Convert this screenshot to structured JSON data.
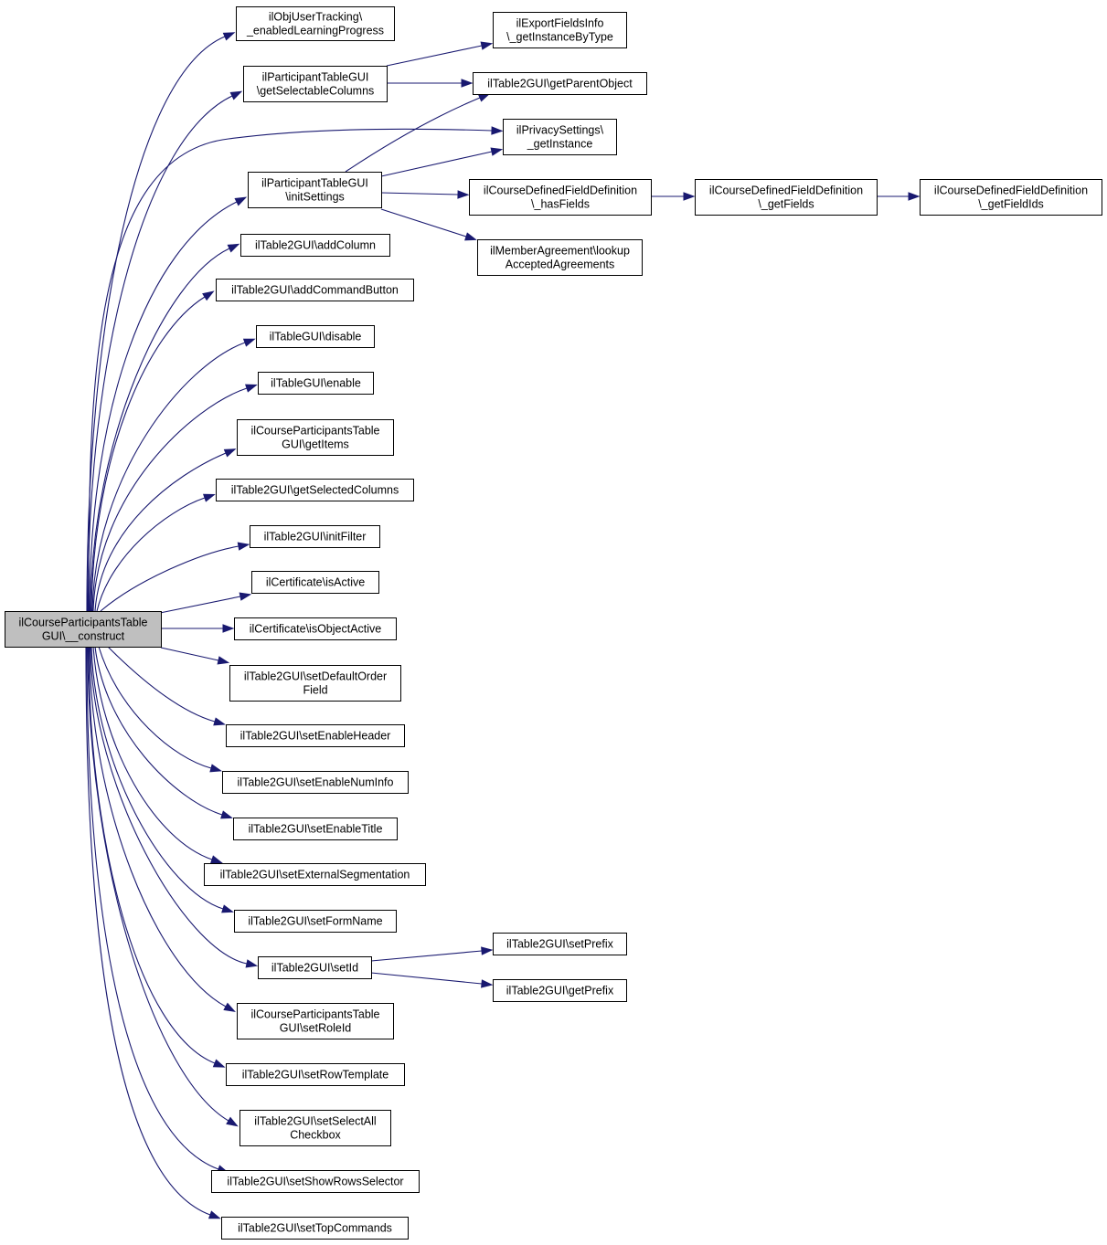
{
  "nodes": [
    {
      "id": "root",
      "lines": [
        "ilCourseParticipantsTable",
        "GUI\\__construct"
      ]
    },
    {
      "id": "n_objtrack",
      "lines": [
        "ilObjUserTracking\\",
        "_enabledLearningProgress"
      ]
    },
    {
      "id": "n_getsel",
      "lines": [
        "ilParticipantTableGUI",
        "\\getSelectableColumns"
      ]
    },
    {
      "id": "n_initset",
      "lines": [
        "ilParticipantTableGUI",
        "\\initSettings"
      ]
    },
    {
      "id": "n_addcol",
      "lines": [
        "ilTable2GUI\\addColumn"
      ]
    },
    {
      "id": "n_addcmd",
      "lines": [
        "ilTable2GUI\\addCommandButton"
      ]
    },
    {
      "id": "n_disable",
      "lines": [
        "ilTableGUI\\disable"
      ]
    },
    {
      "id": "n_enable",
      "lines": [
        "ilTableGUI\\enable"
      ]
    },
    {
      "id": "n_getitems",
      "lines": [
        "ilCourseParticipantsTable",
        "GUI\\getItems"
      ]
    },
    {
      "id": "n_getselcols",
      "lines": [
        "ilTable2GUI\\getSelectedColumns"
      ]
    },
    {
      "id": "n_initfilter",
      "lines": [
        "ilTable2GUI\\initFilter"
      ]
    },
    {
      "id": "n_isactive",
      "lines": [
        "ilCertificate\\isActive"
      ]
    },
    {
      "id": "n_isobjactive",
      "lines": [
        "ilCertificate\\isObjectActive"
      ]
    },
    {
      "id": "n_setdeforder",
      "lines": [
        "ilTable2GUI\\setDefaultOrder",
        "Field"
      ]
    },
    {
      "id": "n_setenheader",
      "lines": [
        "ilTable2GUI\\setEnableHeader"
      ]
    },
    {
      "id": "n_setennum",
      "lines": [
        "ilTable2GUI\\setEnableNumInfo"
      ]
    },
    {
      "id": "n_setentitle",
      "lines": [
        "ilTable2GUI\\setEnableTitle"
      ]
    },
    {
      "id": "n_setextseg",
      "lines": [
        "ilTable2GUI\\setExternalSegmentation"
      ]
    },
    {
      "id": "n_setform",
      "lines": [
        "ilTable2GUI\\setFormName"
      ]
    },
    {
      "id": "n_setid",
      "lines": [
        "ilTable2GUI\\setId"
      ]
    },
    {
      "id": "n_setrole",
      "lines": [
        "ilCourseParticipantsTable",
        "GUI\\setRoleId"
      ]
    },
    {
      "id": "n_setrowtpl",
      "lines": [
        "ilTable2GUI\\setRowTemplate"
      ]
    },
    {
      "id": "n_setselall",
      "lines": [
        "ilTable2GUI\\setSelectAll",
        "Checkbox"
      ]
    },
    {
      "id": "n_setshowrows",
      "lines": [
        "ilTable2GUI\\setShowRowsSelector"
      ]
    },
    {
      "id": "n_settopcmd",
      "lines": [
        "ilTable2GUI\\setTopCommands"
      ]
    },
    {
      "id": "n_exportinfo",
      "lines": [
        "ilExportFieldsInfo",
        "\\_getInstanceByType"
      ]
    },
    {
      "id": "n_getparent",
      "lines": [
        "ilTable2GUI\\getParentObject"
      ]
    },
    {
      "id": "n_privacy",
      "lines": [
        "ilPrivacySettings\\",
        "_getInstance"
      ]
    },
    {
      "id": "n_hasfields",
      "lines": [
        "ilCourseDefinedFieldDefinition",
        "\\_hasFields"
      ]
    },
    {
      "id": "n_member",
      "lines": [
        "ilMemberAgreement\\lookup",
        "AcceptedAgreements"
      ]
    },
    {
      "id": "n_getfields",
      "lines": [
        "ilCourseDefinedFieldDefinition",
        "\\_getFields"
      ]
    },
    {
      "id": "n_getfieldids",
      "lines": [
        "ilCourseDefinedFieldDefinition",
        "\\_getFieldIds"
      ]
    },
    {
      "id": "n_setprefix",
      "lines": [
        "ilTable2GUI\\setPrefix"
      ]
    },
    {
      "id": "n_getprefix",
      "lines": [
        "ilTable2GUI\\getPrefix"
      ]
    }
  ],
  "edges": [
    {
      "from": "root",
      "to": "n_objtrack"
    },
    {
      "from": "root",
      "to": "n_getsel"
    },
    {
      "from": "root",
      "to": "n_privacy"
    },
    {
      "from": "root",
      "to": "n_initset"
    },
    {
      "from": "root",
      "to": "n_addcol"
    },
    {
      "from": "root",
      "to": "n_addcmd"
    },
    {
      "from": "root",
      "to": "n_disable"
    },
    {
      "from": "root",
      "to": "n_enable"
    },
    {
      "from": "root",
      "to": "n_getitems"
    },
    {
      "from": "root",
      "to": "n_getselcols"
    },
    {
      "from": "root",
      "to": "n_initfilter"
    },
    {
      "from": "root",
      "to": "n_isactive"
    },
    {
      "from": "root",
      "to": "n_isobjactive"
    },
    {
      "from": "root",
      "to": "n_setdeforder"
    },
    {
      "from": "root",
      "to": "n_setenheader"
    },
    {
      "from": "root",
      "to": "n_setennum"
    },
    {
      "from": "root",
      "to": "n_setentitle"
    },
    {
      "from": "root",
      "to": "n_setextseg"
    },
    {
      "from": "root",
      "to": "n_setform"
    },
    {
      "from": "root",
      "to": "n_setid"
    },
    {
      "from": "root",
      "to": "n_setrole"
    },
    {
      "from": "root",
      "to": "n_setrowtpl"
    },
    {
      "from": "root",
      "to": "n_setselall"
    },
    {
      "from": "root",
      "to": "n_setshowrows"
    },
    {
      "from": "root",
      "to": "n_settopcmd"
    },
    {
      "from": "n_getsel",
      "to": "n_exportinfo"
    },
    {
      "from": "n_getsel",
      "to": "n_getparent"
    },
    {
      "from": "n_initset",
      "to": "n_getparent"
    },
    {
      "from": "n_initset",
      "to": "n_privacy"
    },
    {
      "from": "n_initset",
      "to": "n_hasfields"
    },
    {
      "from": "n_initset",
      "to": "n_member"
    },
    {
      "from": "n_hasfields",
      "to": "n_getfields"
    },
    {
      "from": "n_getfields",
      "to": "n_getfieldids"
    },
    {
      "from": "n_setid",
      "to": "n_setprefix"
    },
    {
      "from": "n_setid",
      "to": "n_getprefix"
    }
  ]
}
